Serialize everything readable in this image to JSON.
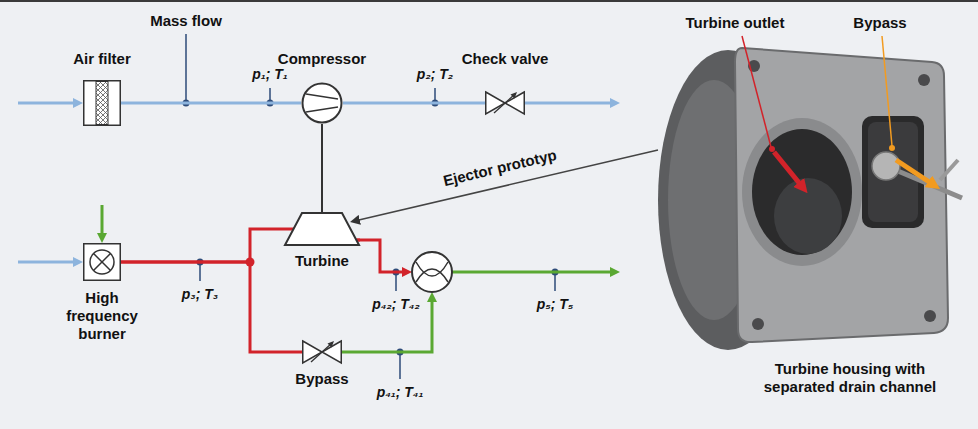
{
  "diagram": {
    "nodes": [
      {
        "text": [
          "Air filter"
        ]
      },
      {
        "text": [
          "Compressor"
        ]
      },
      {
        "text": [
          "Check valve"
        ]
      },
      {
        "text": [
          "High frequency burner"
        ]
      },
      {
        "text": [
          "Turbine"
        ]
      },
      {
        "text": [
          "Bypass"
        ]
      }
    ],
    "edges": [
      {
        "from": 0,
        "to": 1,
        "arrow": "none"
      },
      {
        "from": 1,
        "to": 2,
        "arrow": "none"
      },
      {
        "from": 1,
        "to": 4,
        "arrow": "none"
      },
      {
        "from": 3,
        "to": 4,
        "arrow": "none"
      },
      {
        "from": 3,
        "to": 5,
        "arrow": "none"
      }
    ],
    "labels": [
      "Mass flow",
      "p₁; T₁",
      "p₂; T₂",
      "p₃; T₃",
      "p₄₂; T₄₂",
      "p₄₁; T₄₁",
      "p₅; T₅",
      "Ejector prototyp",
      "Turbine outlet",
      "Bypass",
      "Turbine housing with separated drain channel"
    ]
  }
}
